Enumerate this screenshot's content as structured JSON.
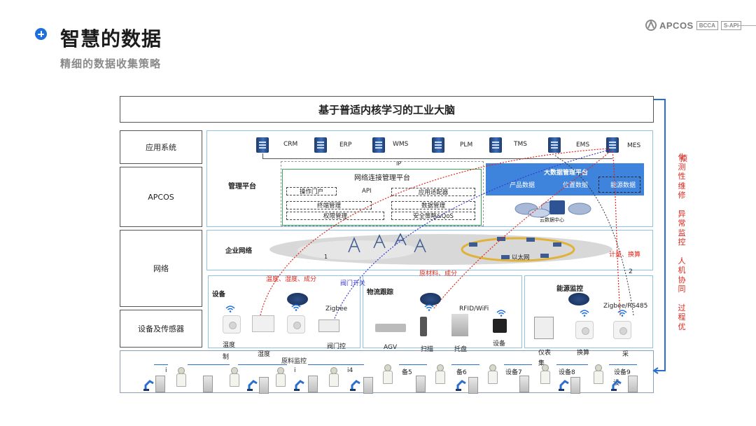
{
  "header": {
    "title": "智慧的数据",
    "subtitle": "精细的数据收集策略",
    "logo_text": "APCOS",
    "logo_box_1": "BCCA",
    "logo_box_2": "S-API"
  },
  "diagram": {
    "top_bar": "基于普适内核学习的工业大脑",
    "left_labels": [
      "应用系统",
      "APCOS",
      "网络",
      "设备及传感器"
    ],
    "apps": [
      "CRM",
      "ERP",
      "WMS",
      "PLM",
      "TMS",
      "EMS",
      "MES"
    ],
    "ip_label": "IP",
    "mgmt_label": "管理平台",
    "net_mgmt": {
      "title": "网络连接管理平台",
      "api": "API",
      "items": [
        "操作门户",
        "应用适配器",
        "终端管理",
        "数据管理",
        "权限管理",
        "安全策略&QoS"
      ]
    },
    "bigdata": {
      "title": "大数据管理平台",
      "items": [
        "产品数据",
        "位置数据",
        "能源数据"
      ],
      "cloud": "云数据中心"
    },
    "network": {
      "label": "企业网络",
      "ethernet": "以太网",
      "marker_1": "1",
      "marker_2": "2"
    },
    "flows": {
      "red_left": "温度、湿度、成分",
      "blue": "阀门开关",
      "red_mid": "原材料、成分",
      "red_right": "计量、换算"
    },
    "devices": {
      "title": "设备",
      "zigbee": "Zigbee",
      "labels": [
        "温度",
        "制",
        "湿度",
        "原料监控",
        "阀门控"
      ]
    },
    "logistics": {
      "title": "物流跟踪",
      "rfid": "RFID/WiFi",
      "labels": [
        "AGV",
        "扫描",
        "托盘",
        "设备"
      ]
    },
    "energy": {
      "title": "能源监控",
      "zigbee": "Zigbee/RS485",
      "labels": [
        "仪表",
        "集",
        "换算",
        "采"
      ]
    },
    "line": {
      "labels": [
        "i",
        "i",
        "i4",
        "备5",
        "备6",
        "设备7",
        "设备8",
        "设备9",
        "设"
      ]
    },
    "right_side": [
      "化",
      "预",
      "测",
      "性",
      "维",
      "修",
      "",
      "异",
      "常",
      "监",
      "控",
      "",
      "人",
      "机",
      "协",
      "同",
      "",
      "过",
      "程",
      "优"
    ]
  },
  "colors": {
    "accent_blue": "#1e6fd9",
    "border_light_blue": "#8cc3e6",
    "bigdata_blue": "#3f84dc",
    "flow_red": "#e0261b",
    "flow_blue": "#3a3ad0",
    "mgmt_green": "#3faa5a"
  }
}
